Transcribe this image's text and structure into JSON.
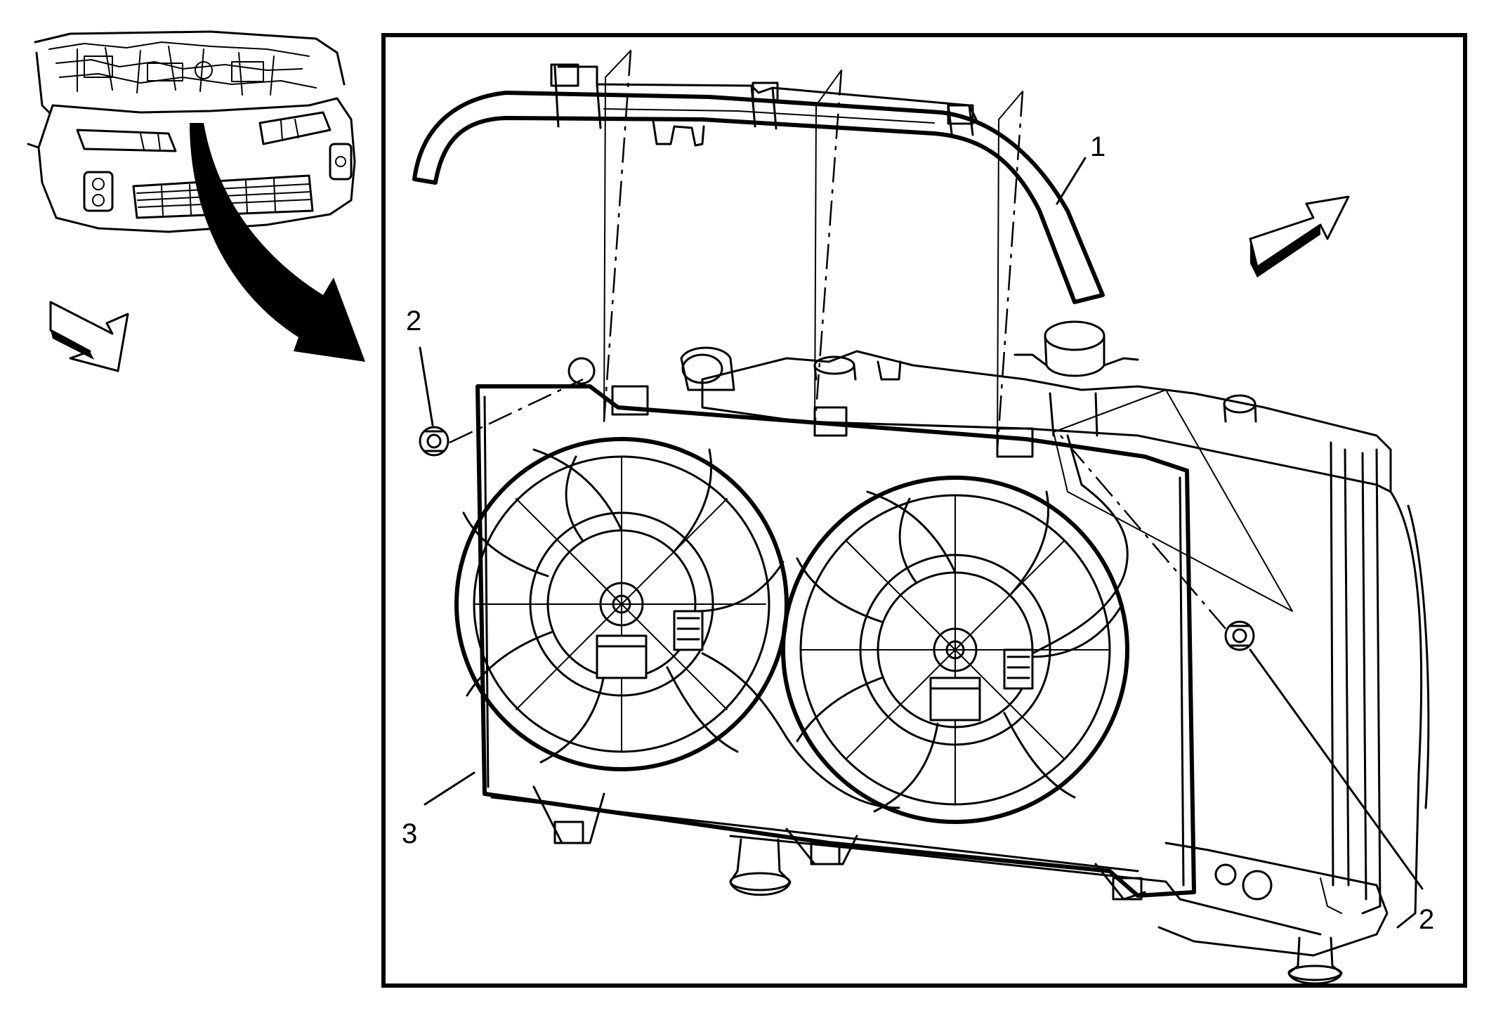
{
  "callouts": {
    "upper_shroud": "1",
    "nut_left": "2",
    "nut_right": "2",
    "fan_shroud": "3"
  }
}
